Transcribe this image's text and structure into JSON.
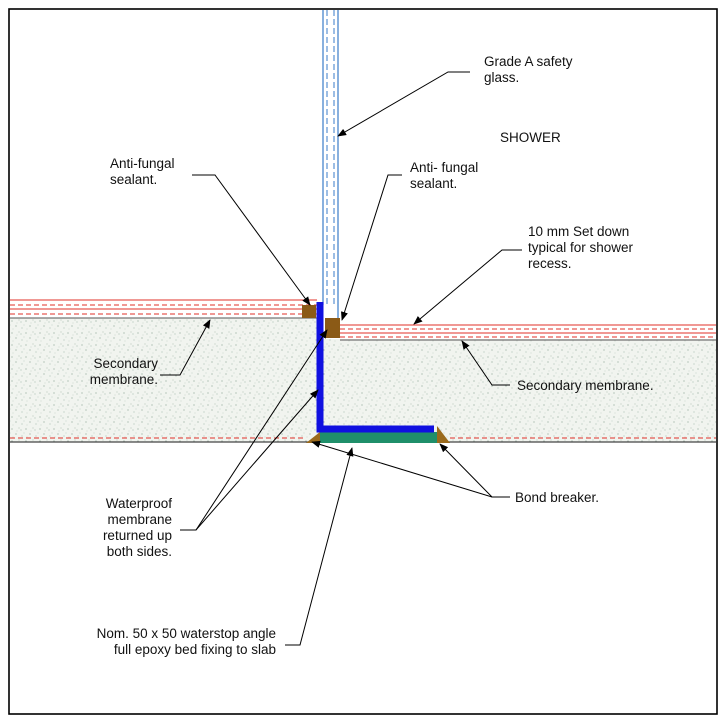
{
  "labels": {
    "glass": [
      "Grade A safety",
      "glass."
    ],
    "shower": [
      "SHOWER"
    ],
    "sealant_left": [
      "Anti-fungal",
      "sealant."
    ],
    "sealant_right": [
      "Anti- fungal",
      "sealant."
    ],
    "setdown": [
      "10 mm Set down",
      "typical for shower",
      "recess."
    ],
    "secondary_left": [
      "Secondary",
      "membrane."
    ],
    "secondary_right": [
      "Secondary membrane."
    ],
    "waterproof": [
      "Waterproof",
      "membrane",
      "returned up",
      "both sides."
    ],
    "bond_breaker": [
      "Bond breaker."
    ],
    "waterstop": [
      "Nom. 50 x 50 waterstop angle",
      "full epoxy bed fixing to slab"
    ]
  },
  "colors": {
    "membrane": "#1010e0",
    "screed_fill": "#f1f4ef",
    "screed_speckle": "#8fa89a",
    "fillet": "#9a6a1c",
    "sealant": "#8b5a16",
    "epoxy": "#1f8f6a",
    "red_line": "#e0302a",
    "glass_line": "#3a7bc8",
    "frame": "#000000"
  }
}
